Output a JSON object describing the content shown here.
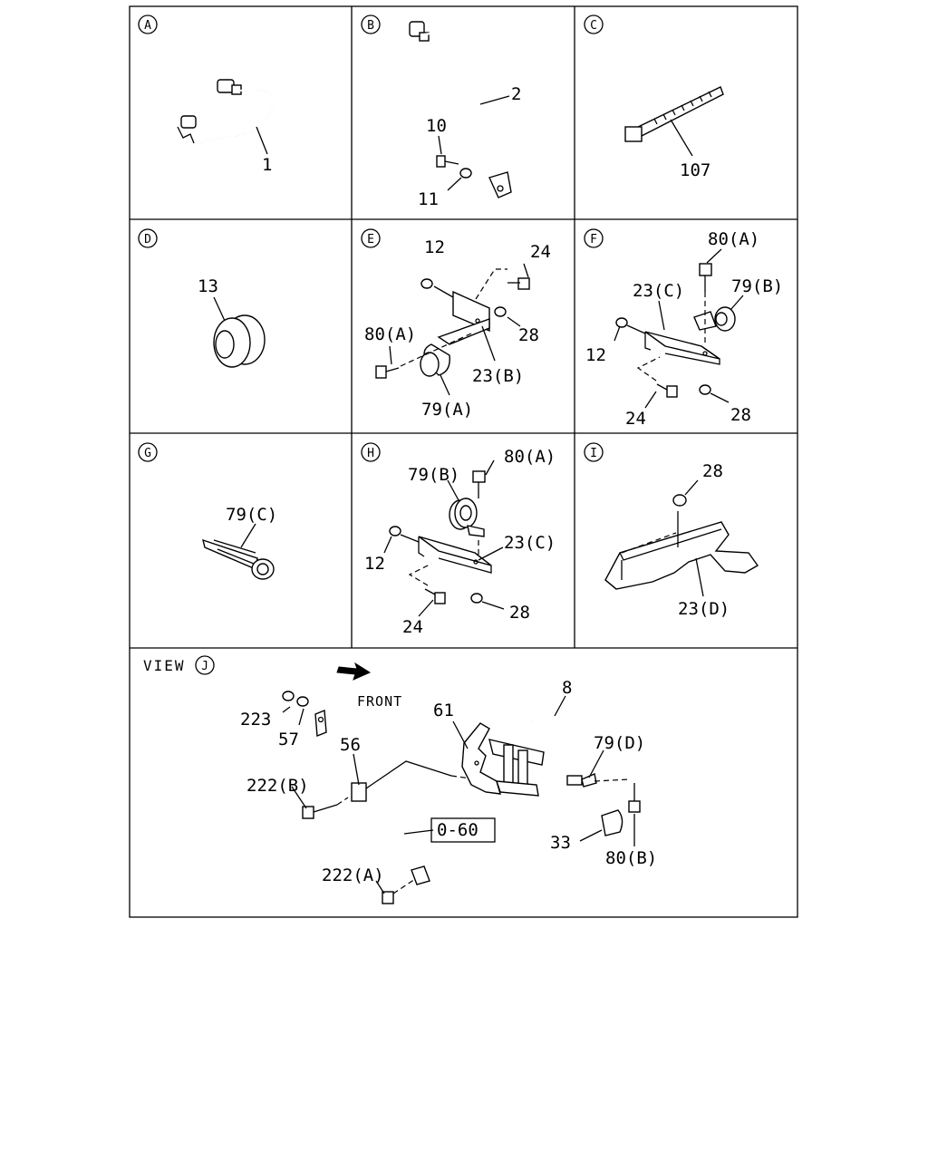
{
  "panels": [
    {
      "letter": "A",
      "labels": [
        "1"
      ]
    },
    {
      "letter": "B",
      "labels": [
        "2",
        "10",
        "11"
      ]
    },
    {
      "letter": "C",
      "labels": [
        "107"
      ]
    },
    {
      "letter": "D",
      "labels": [
        "13"
      ]
    },
    {
      "letter": "E",
      "labels": [
        "12",
        "24",
        "28",
        "80(A)",
        "23(B)",
        "79(A)"
      ]
    },
    {
      "letter": "F",
      "labels": [
        "80(A)",
        "23(C)",
        "79(B)",
        "12",
        "24",
        "28"
      ]
    },
    {
      "letter": "G",
      "labels": [
        "79(C)"
      ]
    },
    {
      "letter": "H",
      "labels": [
        "79(B)",
        "80(A)",
        "23(C)",
        "12",
        "24",
        "28"
      ]
    },
    {
      "letter": "I",
      "labels": [
        "28",
        "23(D)"
      ]
    }
  ],
  "view": {
    "prefix": "VIEW",
    "letter": "J",
    "front_label": "FRONT",
    "labels": [
      "223",
      "57",
      "56",
      "222(B)",
      "222(A)",
      "61",
      "8",
      "79(D)",
      "33",
      "80(B)"
    ],
    "reference": "0-60"
  }
}
